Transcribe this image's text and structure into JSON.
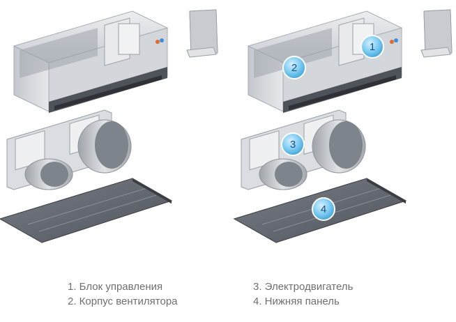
{
  "callouts": [
    "1",
    "2",
    "3",
    "4"
  ],
  "legend_left": [
    "1. Блок управления",
    "2. Корпус вентилятора"
  ],
  "legend_right": [
    "3. Электродвигатель",
    "4. Нижняя панель"
  ],
  "colors": {
    "metal_light": "#dcdfe3",
    "metal_mid": "#b9bec4",
    "metal_dark": "#7c828a",
    "panel_dark": "#5d6168",
    "badge": "#6fc3ee",
    "legend_text": "#6f6f6f"
  }
}
